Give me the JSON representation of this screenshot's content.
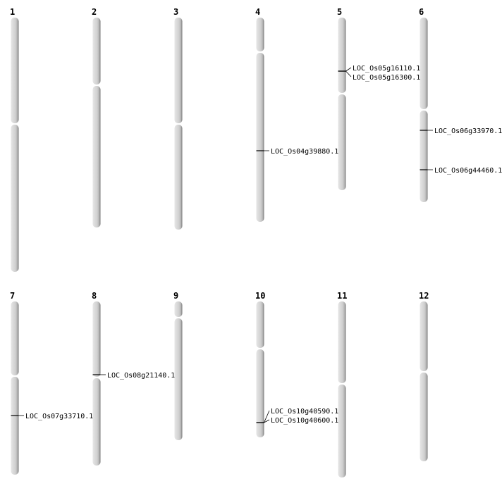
{
  "chromosomes": [
    {
      "label": "1",
      "genes": []
    },
    {
      "label": "2",
      "genes": []
    },
    {
      "label": "3",
      "genes": []
    },
    {
      "label": "4",
      "genes": [
        "LOC_Os04g39880.1"
      ]
    },
    {
      "label": "5",
      "genes": [
        "LOC_Os05g16110.1",
        "LOC_Os05g16300.1"
      ]
    },
    {
      "label": "6",
      "genes": [
        "LOC_Os06g33970.1",
        "LOC_Os06g44460.1"
      ]
    },
    {
      "label": "7",
      "genes": [
        "LOC_Os07g33710.1"
      ]
    },
    {
      "label": "8",
      "genes": [
        "LOC_Os08g21140.1"
      ]
    },
    {
      "label": "9",
      "genes": []
    },
    {
      "label": "10",
      "genes": [
        "LOC_Os10g40590.1",
        "LOC_Os10g40600.1"
      ]
    },
    {
      "label": "11",
      "genes": []
    },
    {
      "label": "12",
      "genes": []
    }
  ],
  "colors": {
    "chromosome_fill": "#d4d4d4",
    "chromosome_edge": "#888888",
    "marker": "#000000"
  }
}
